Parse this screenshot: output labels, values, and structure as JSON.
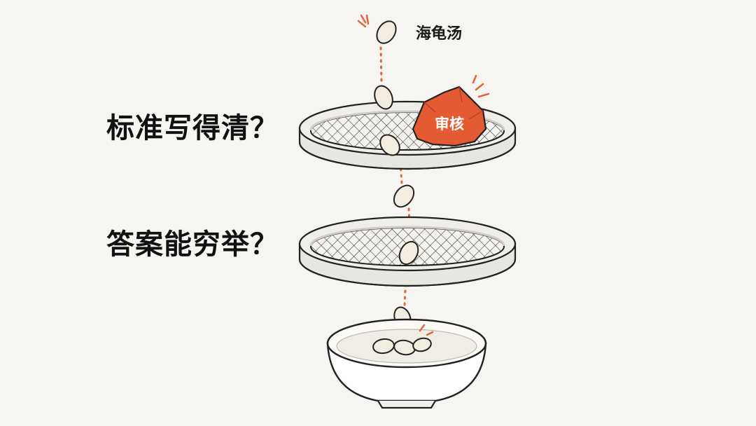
{
  "labels": {
    "bean": "海龟汤",
    "rock": "审核",
    "question_top": "标准写得清？",
    "question_bottom": "答案能穷举？"
  },
  "colors": {
    "background": "#f6f5f1",
    "accent": "#e8633a",
    "rock": "#e45b33",
    "bean": "#f3ece0",
    "outline": "#222222",
    "sieve_rim": "#ecebe5"
  },
  "icons": {
    "bean": "bean-icon",
    "rock": "rock-icon",
    "sieve": "sieve-icon",
    "bowl": "bowl-icon"
  }
}
